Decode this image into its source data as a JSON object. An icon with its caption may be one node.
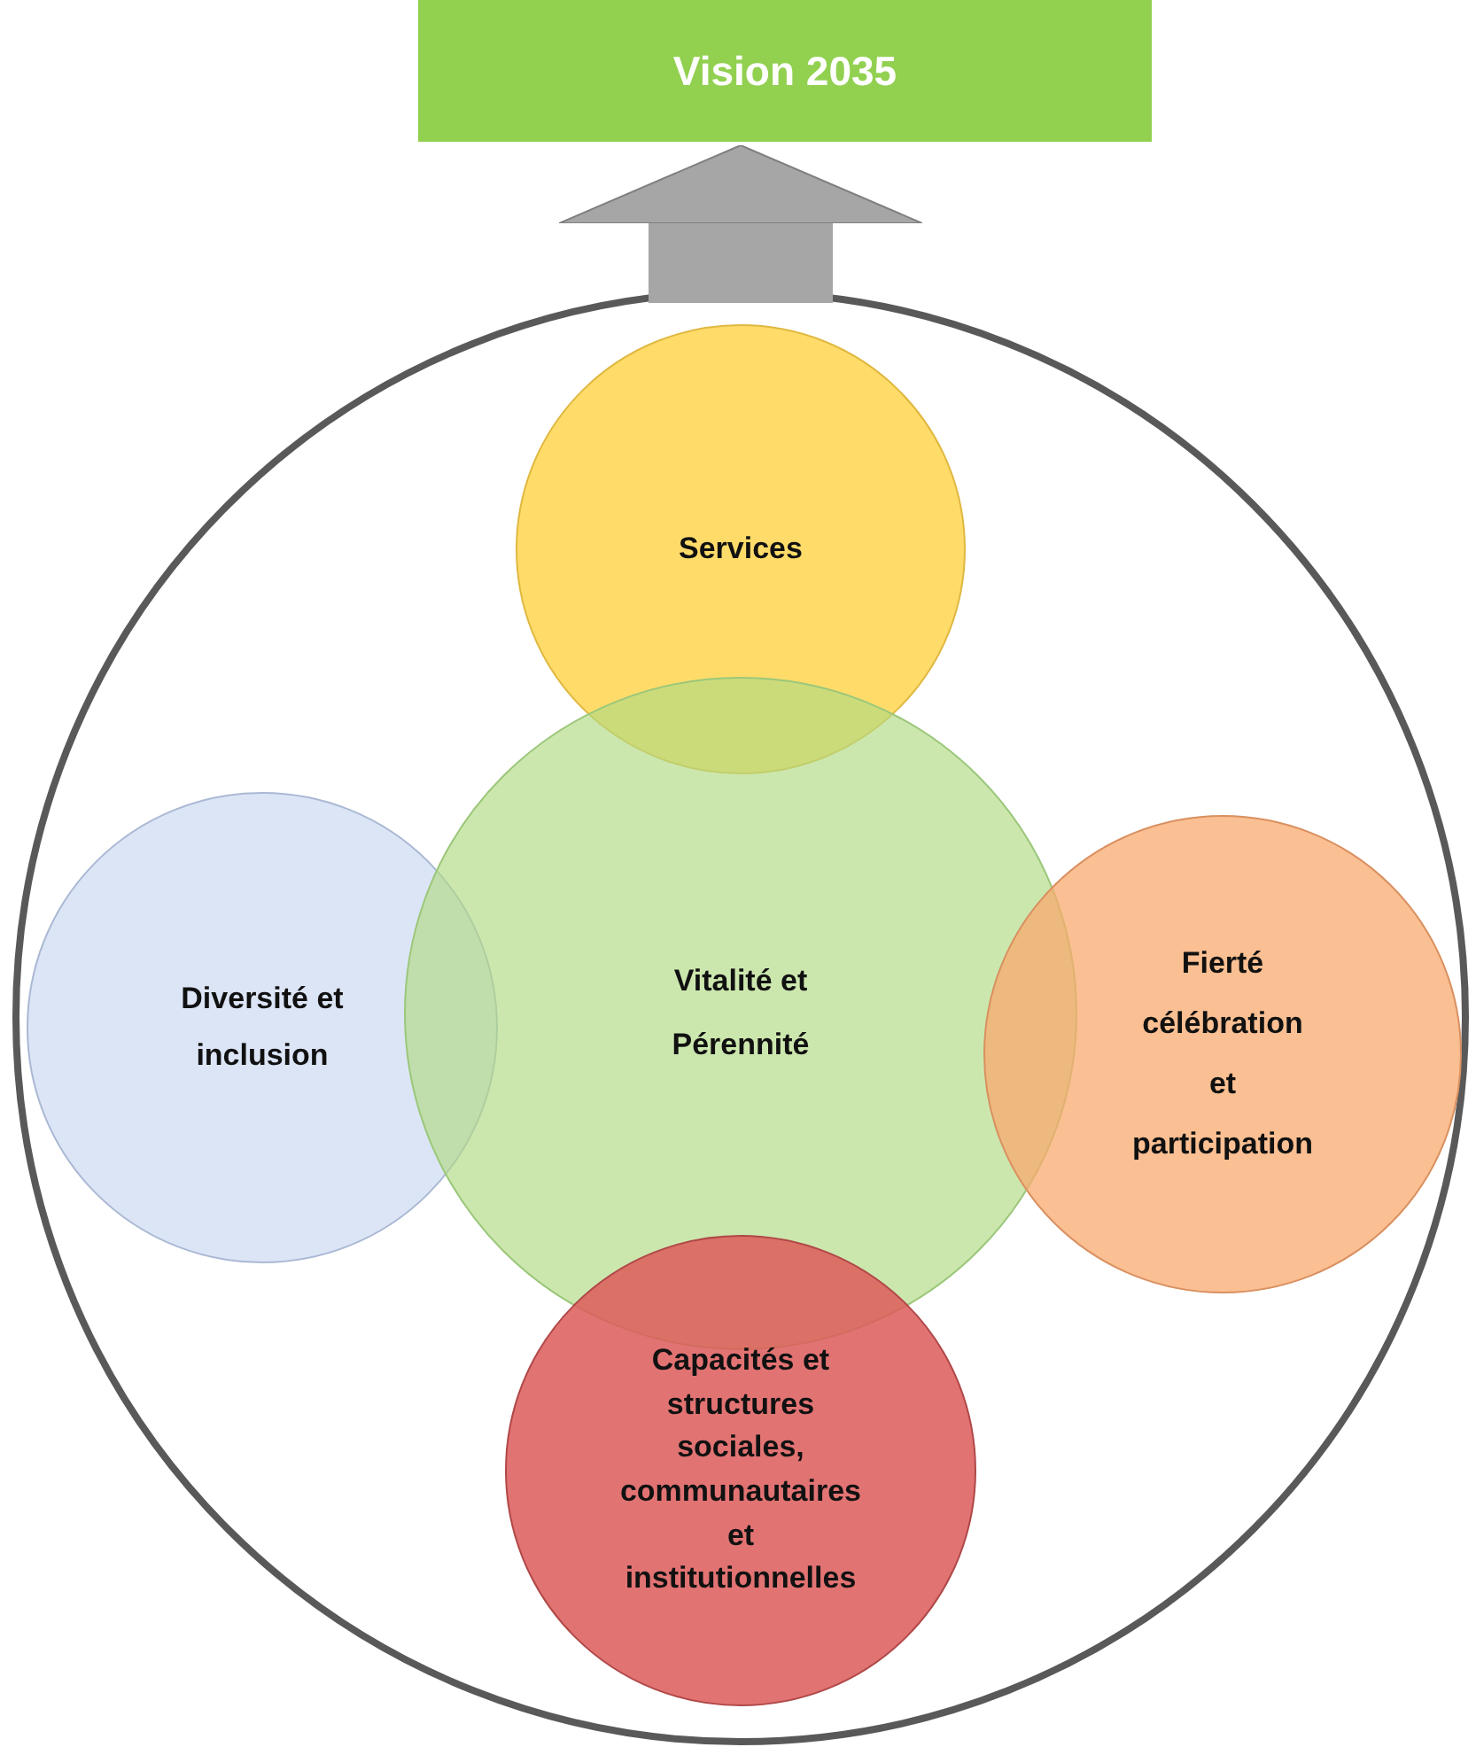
{
  "diagram": {
    "nodes": [
      {
        "text": [
          "Vision 2035"
        ]
      },
      {
        "text": [],
        "shape": "circle"
      },
      {
        "text": [
          "Services"
        ],
        "in": 1
      },
      {
        "text": [
          "Diversité et inclusion"
        ],
        "in": 1
      },
      {
        "text": [
          "Vitalité et Pérennité"
        ],
        "in": 1
      },
      {
        "text": [
          "Fierté célébration et participation"
        ],
        "in": 1
      },
      {
        "text": [
          "Capacités et structures sociales, communautaires et institutionnelles"
        ],
        "in": 1
      }
    ],
    "edges": [
      {
        "from": 1,
        "to": 0,
        "arrow": "to"
      }
    ]
  }
}
